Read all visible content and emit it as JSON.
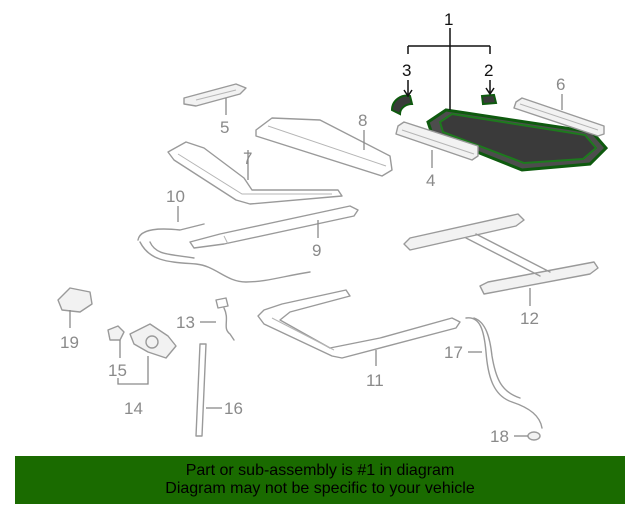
{
  "diagram": {
    "callouts": [
      {
        "id": "1",
        "label": "1",
        "highlighted": true
      },
      {
        "id": "2",
        "label": "2",
        "highlighted": true
      },
      {
        "id": "3",
        "label": "3",
        "highlighted": true
      },
      {
        "id": "4",
        "label": "4"
      },
      {
        "id": "5",
        "label": "5"
      },
      {
        "id": "6",
        "label": "6"
      },
      {
        "id": "7",
        "label": "7"
      },
      {
        "id": "8",
        "label": "8"
      },
      {
        "id": "9",
        "label": "9"
      },
      {
        "id": "10",
        "label": "10"
      },
      {
        "id": "11",
        "label": "11"
      },
      {
        "id": "12",
        "label": "12"
      },
      {
        "id": "13",
        "label": "13"
      },
      {
        "id": "14",
        "label": "14"
      },
      {
        "id": "15",
        "label": "15"
      },
      {
        "id": "16",
        "label": "16"
      },
      {
        "id": "17",
        "label": "17"
      },
      {
        "id": "18",
        "label": "18"
      },
      {
        "id": "19",
        "label": "19"
      }
    ],
    "colors": {
      "highlight": "#1a6b00",
      "part_line": "#9a9a9a",
      "label_gray": "#8a8a8a",
      "label_dark": "#111111"
    }
  },
  "footer": {
    "line1": "Part or sub-assembly is #1 in diagram",
    "line2": "Diagram may not be specific to your vehicle",
    "background": "#1a6b00"
  }
}
